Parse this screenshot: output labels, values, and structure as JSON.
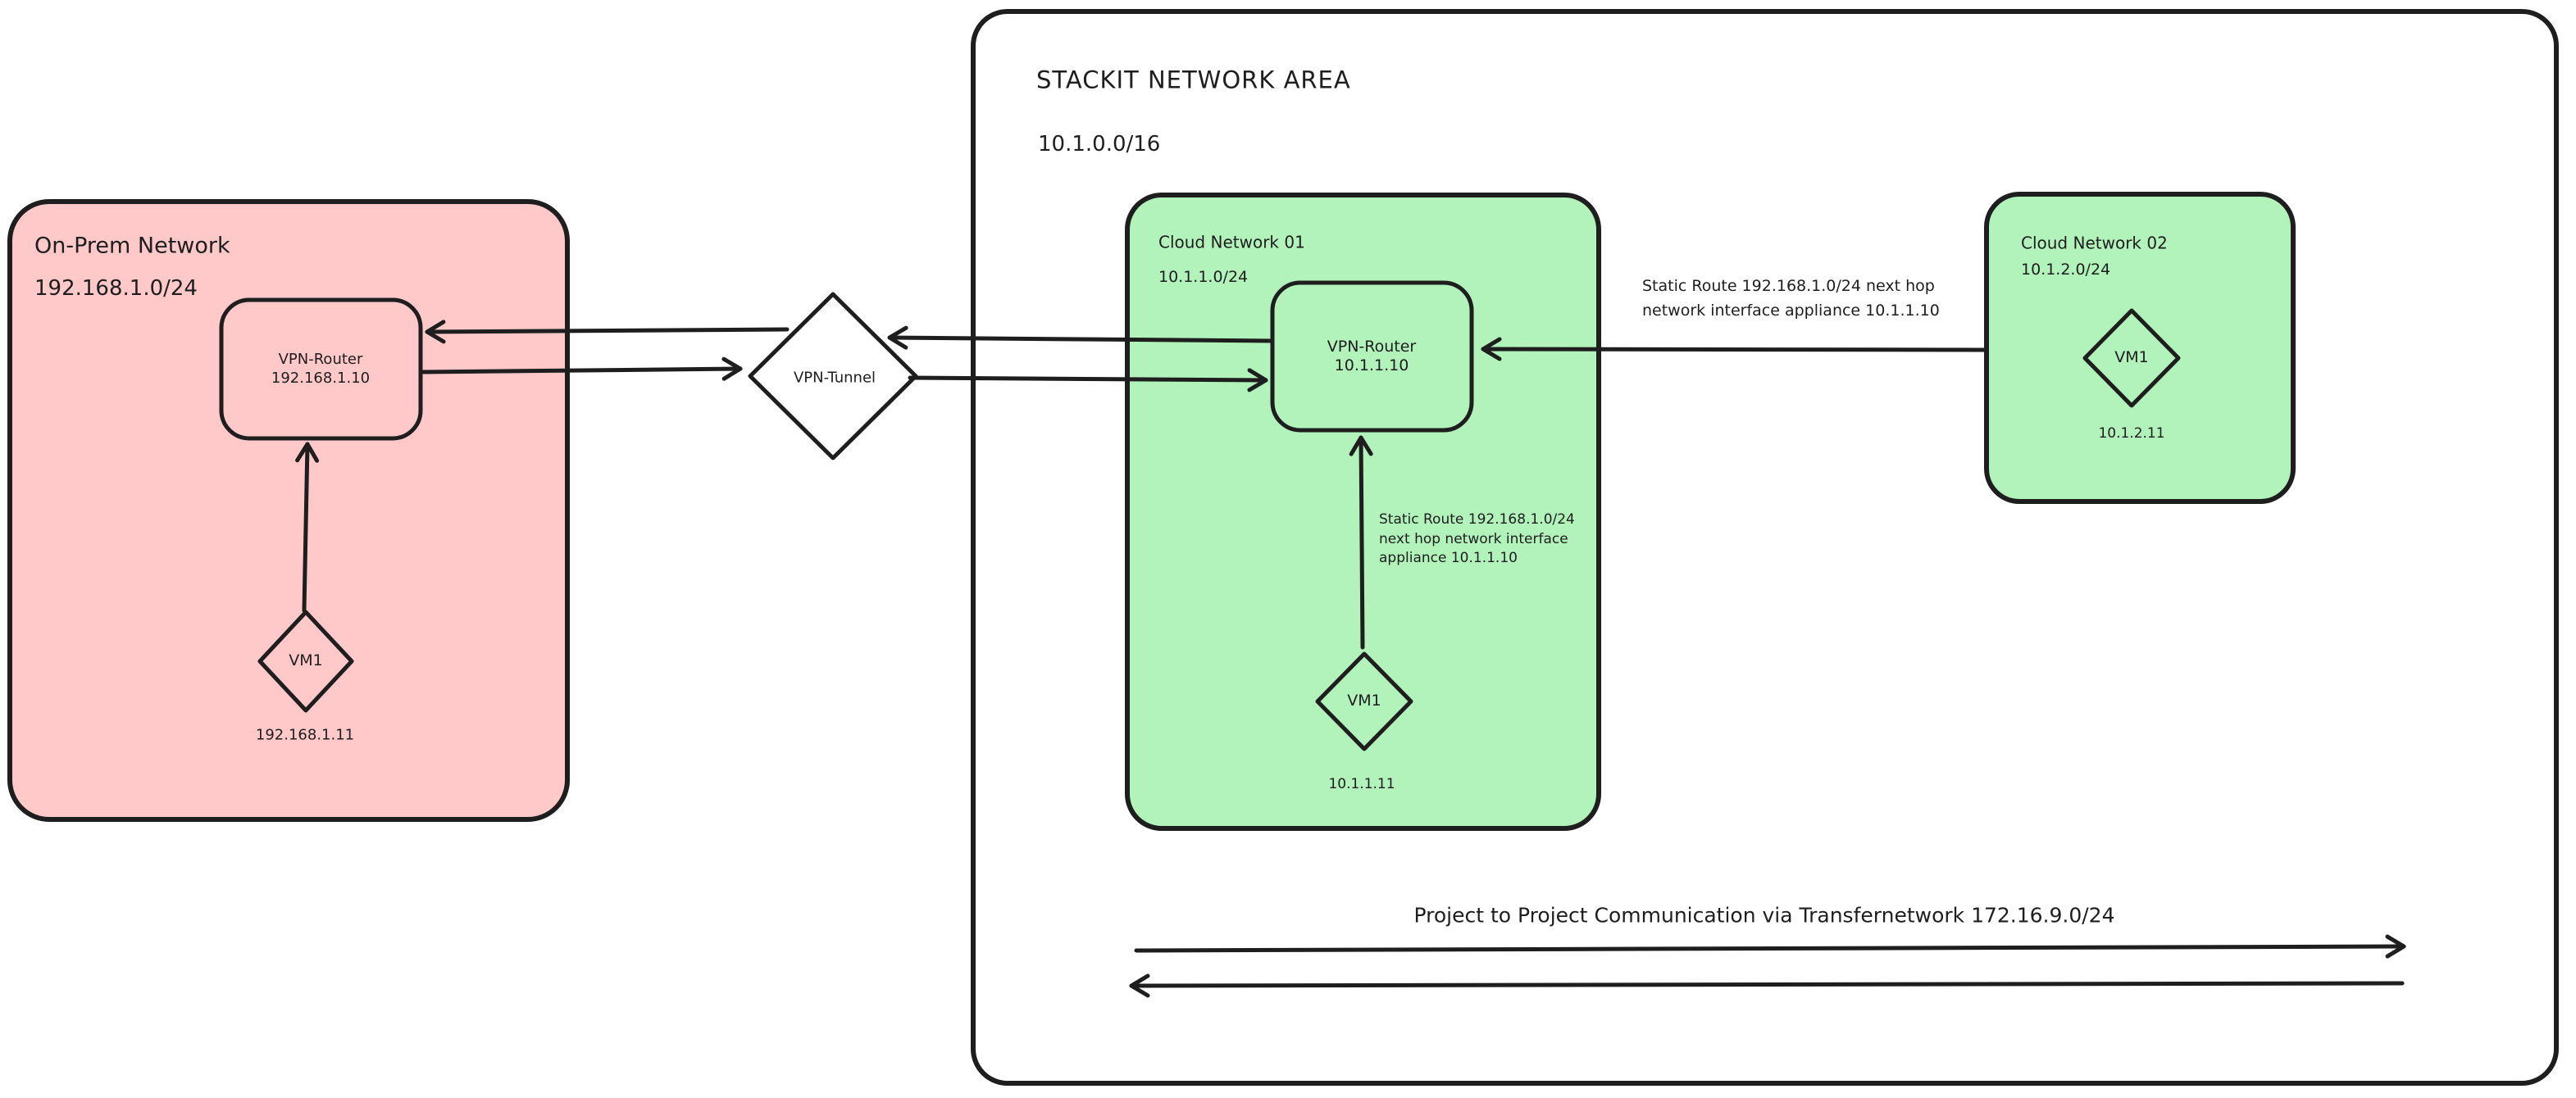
{
  "colors": {
    "background": "#ffffff",
    "stroke": "#1e1e1e",
    "onprem_fill": "#ffc9c9",
    "cloud_fill": "#b2f2bb",
    "tunnel_fill": "#ffffff"
  },
  "onprem": {
    "title": "On-Prem Network",
    "cidr": "192.168.1.0/24",
    "router": {
      "name": "VPN-Router",
      "ip": "192.168.1.10"
    },
    "vm": {
      "name": "VM1",
      "ip": "192.168.1.11"
    }
  },
  "tunnel": {
    "label": "VPN-Tunnel"
  },
  "stackit": {
    "title": "STACKIT NETWORK AREA",
    "cidr": "10.1.0.0/16",
    "cloud1": {
      "title": "Cloud Network 01",
      "cidr": "10.1.1.0/24",
      "router": {
        "name": "VPN-Router",
        "ip": "10.1.1.10"
      },
      "vm": {
        "name": "VM1",
        "ip": "10.1.1.11"
      },
      "static_route": {
        "line1": "Static Route 192.168.1.0/24",
        "line2": "next hop network interface",
        "line3": "appliance 10.1.1.10"
      }
    },
    "cloud2": {
      "title": "Cloud Network 02",
      "cidr": "10.1.2.0/24",
      "vm": {
        "name": "VM1",
        "ip": "10.1.2.11"
      },
      "static_route": {
        "line1": "Static Route 192.168.1.0/24 next hop",
        "line2": "network interface appliance 10.1.1.10"
      }
    },
    "transfer_label": "Project to Project Communication via Transfernetwork 172.16.9.0/24"
  }
}
